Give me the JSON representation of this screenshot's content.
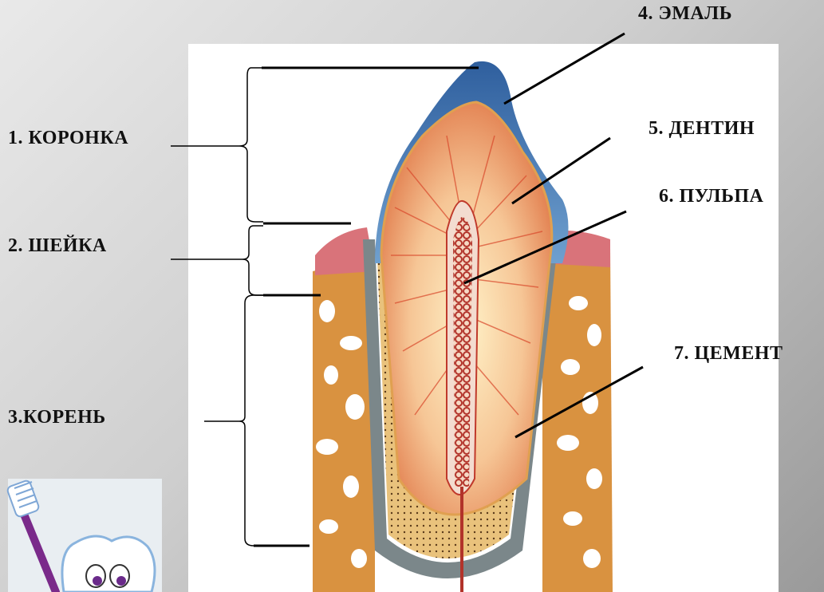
{
  "labels": {
    "crown": "1. КОРОНКА",
    "neck": "2. ШЕЙКА",
    "root": "3.КОРЕНЬ",
    "enamel": "4. ЭМАЛЬ",
    "dentin": "5.  ДЕНТИН",
    "pulp": "6.  ПУЛЬПА",
    "cement": "7.  ЦЕМЕНТ"
  },
  "colors": {
    "enamel": "#3d6fa8",
    "dentin": "#f3c9a0",
    "dentin_lines": "#d9482b",
    "pulp": "#c0392b",
    "bone": "#d9963f",
    "gum": "#d9737a",
    "cement": "#6e7d80"
  },
  "icons": {
    "mascot": "tooth-with-toothbrush-icon"
  }
}
